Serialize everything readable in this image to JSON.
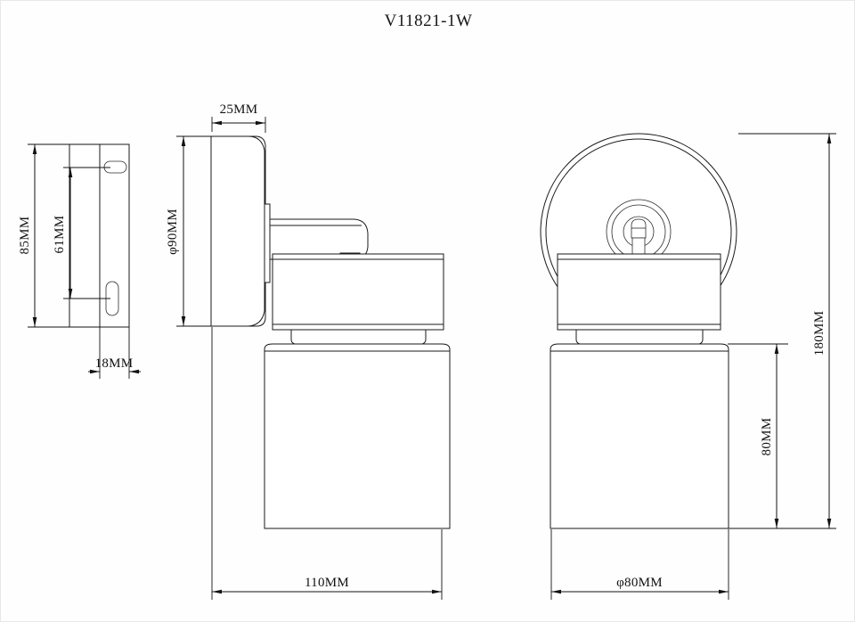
{
  "drawing": {
    "title": "V11821-1W",
    "type": "technical-dimension-drawing",
    "subject": "wall sconce / spot light",
    "units": "MM"
  },
  "views": {
    "left": {
      "name": "side-mounting-plate-view",
      "label": "left-view"
    },
    "middle": {
      "name": "side-profile-view",
      "label": "side-view"
    },
    "right": {
      "name": "front-elevation-view",
      "label": "front-view"
    }
  },
  "dimensions": {
    "plate_height": "85MM",
    "slot_spacing": "61MM",
    "plate_thickness": "18MM",
    "plate_depth": "25MM",
    "plate_diameter": "φ90MM",
    "overall_depth": "110MM",
    "overall_height": "180MM",
    "body_height": "80MM",
    "body_diameter": "φ80MM"
  },
  "colors": {
    "line": "#1a1a1a",
    "dimension": "#111111",
    "background": "#fefefe",
    "title": "#151515"
  }
}
